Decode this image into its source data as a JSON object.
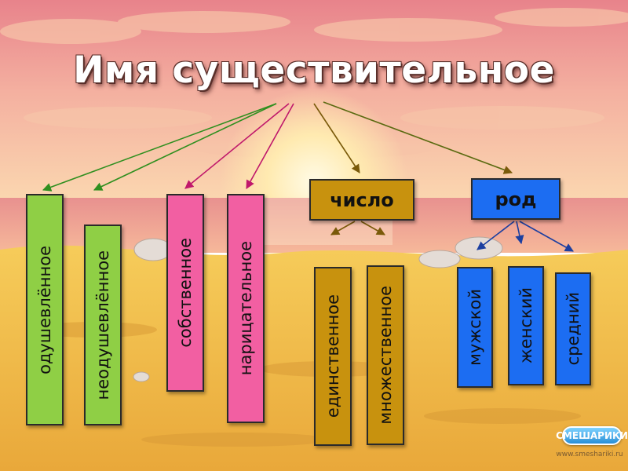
{
  "title": "Имя существительное",
  "colors": {
    "green": "#8fcf45",
    "pink": "#f25fa2",
    "olive": "#c8920e",
    "blue": "#1c6df2"
  },
  "groups": {
    "animacy": [
      "одушевлённое",
      "неодушевлённое"
    ],
    "proper": [
      "собственное",
      "нарицательное"
    ],
    "number": {
      "label": "число",
      "items": [
        "единственное",
        "множественное"
      ]
    },
    "gender": {
      "label": "род",
      "items": [
        "мужской",
        "женский",
        "средний"
      ]
    }
  },
  "logo": {
    "text": "СМЕШАРИКИ",
    "url": "www.smeshariki.ru"
  }
}
